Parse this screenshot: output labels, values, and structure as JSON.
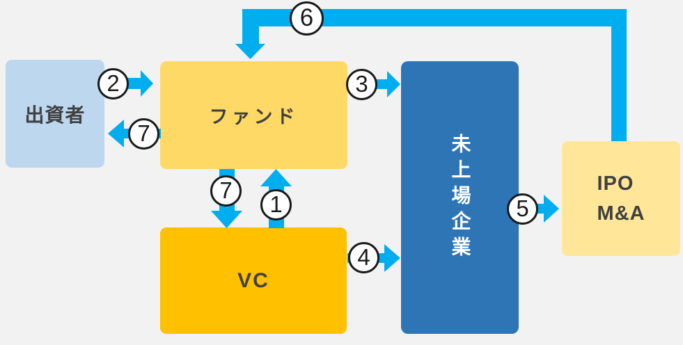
{
  "diagram": {
    "background_color": "#F2F2F2",
    "arrow_color": "#00AEEF",
    "nodes": {
      "investor": {
        "label": "出資者",
        "color": "#BDD7EE"
      },
      "fund": {
        "label": "ファンド",
        "color": "#FFD966"
      },
      "vc": {
        "label": "VC",
        "color": "#FFC000"
      },
      "unlisted_company": {
        "label": "未上場企業",
        "color": "#2E75B6"
      },
      "exit": {
        "line1": "IPO",
        "line2": "M&A",
        "color": "#FFE699"
      }
    },
    "steps": {
      "s1_vc_to_fund": "1",
      "s2_investor_to_fund": "2",
      "s3_fund_to_company": "3",
      "s4_vc_to_company": "4",
      "s5_company_to_exit": "5",
      "s6_exit_to_fund": "6",
      "s7_fund_to_investor": "7",
      "s7_fund_to_vc": "7"
    }
  }
}
